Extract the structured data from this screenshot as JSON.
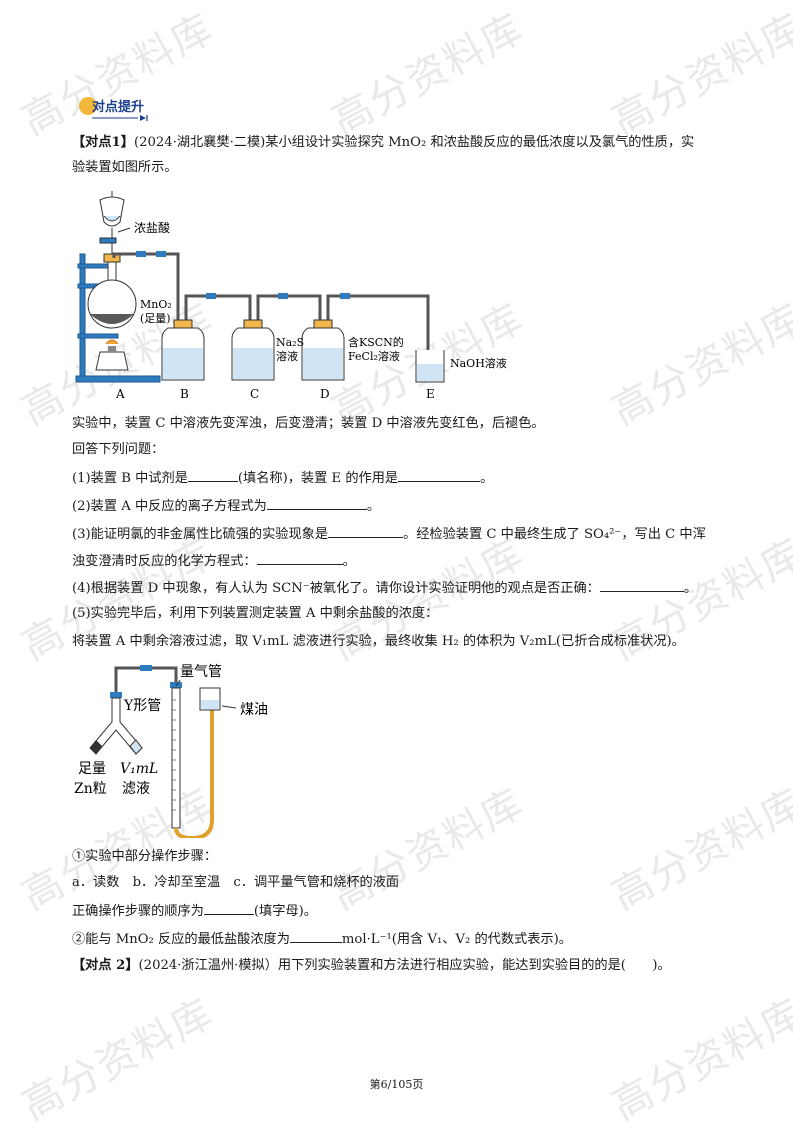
{
  "badge": {
    "label": "对点提升"
  },
  "q1": {
    "tag": "【对点1】",
    "intro1": "(2024·湖北襄樊·二模)某小组设计实验探究 MnO₂ 和浓盐酸反应的最低浓度以及氯气的性质，实",
    "intro2": "验装置如图所示。",
    "figure1": {
      "funnel_label": "浓盐酸",
      "flask_label_1": "MnO₂",
      "flask_label_2": "(足量)",
      "c_label_1": "Na₂S",
      "c_label_2": "溶液",
      "d_label_1": "含KSCN的",
      "d_label_2": "FeCl₂溶液",
      "e_label": "NaOH溶液",
      "letters": [
        "A",
        "B",
        "C",
        "D",
        "E"
      ]
    },
    "observation": "实验中，装置 C 中溶液先变浑浊，后变澄清；装置 D 中溶液先变红色，后褪色。",
    "prompt": "回答下列问题：",
    "p1a": "(1)装置 B 中试剂是",
    "p1b": "(填名称)，装置 E 的作用是",
    "p1c": "。",
    "p2a": "(2)装置 A 中反应的离子方程式为",
    "p2b": "。",
    "p3a": "(3)能证明氯的非金属性比硫强的实验现象是",
    "p3b": "。经检验装置 C 中最终生成了 SO₄²⁻，写出 C 中浑",
    "p3c": "浊变澄清时反应的化学方程式：",
    "p3d": "。",
    "p4a": "(4)根据装置 D 中现象，有人认为 SCN⁻被氧化了。请你设计实验证明他的观点是否正确：",
    "p4b": "。",
    "p5a": "(5)实验完毕后，利用下列装置测定装置 A 中剩余盐酸的浓度：",
    "p5b": "将装置 A 中剩余溶液过滤，取 V₁mL 滤液进行实验，最终收集 H₂ 的体积为 V₂mL(已折合成标准状况)。",
    "figure2": {
      "burette_label": "量气管",
      "ytube_label": "Y形管",
      "oil_label": "煤油",
      "zn_label_1": "足量",
      "zn_label_2": "Zn粒",
      "v_label_1": "V₁mL",
      "v_label_2": "滤液"
    },
    "step_title": "①实验中部分操作步骤：",
    "steps": "a．读数　b．冷却至室温　c．调平量气管和烧杯的液面",
    "order_a": "正确操作步骤的顺序为",
    "order_b": "(填字母)。",
    "conc_a": "②能与 MnO₂ 反应的最低盐酸浓度为",
    "conc_b": "mol·L⁻¹(用含 V₁、V₂ 的代数式表示)。"
  },
  "q2": {
    "tag": "【对点 2】",
    "text": "(2024·浙江温州·模拟）用下列实验装置和方法进行相应实验，能达到实验目的的是(　　)。"
  },
  "footer": {
    "page": "第6/105页"
  },
  "watermark": {
    "text": "高分资料库"
  }
}
